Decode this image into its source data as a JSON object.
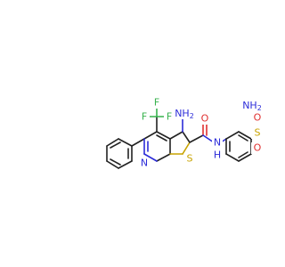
{
  "colors": {
    "carbon": "#222222",
    "nitrogen": "#2c2cd8",
    "oxygen": "#e03131",
    "sulfur": "#c8a300",
    "fluorine": "#37b24d",
    "background": "#ffffff"
  },
  "atoms": {
    "f_top": "F",
    "f_left": "F",
    "f_right": "F",
    "nh2_amino_n": "NH",
    "nh2_amino_sub": "2",
    "amide_o": "O",
    "amide_nh": "N",
    "amide_h": "H",
    "pyridine_n": "N",
    "thiophene_s": "S",
    "sulfonyl_s": "S",
    "sulfonyl_o_top": "O",
    "sulfonyl_o_bottom": "O",
    "sulfonamide_nh2_n": "NH",
    "sulfonamide_nh2_sub": "2"
  }
}
